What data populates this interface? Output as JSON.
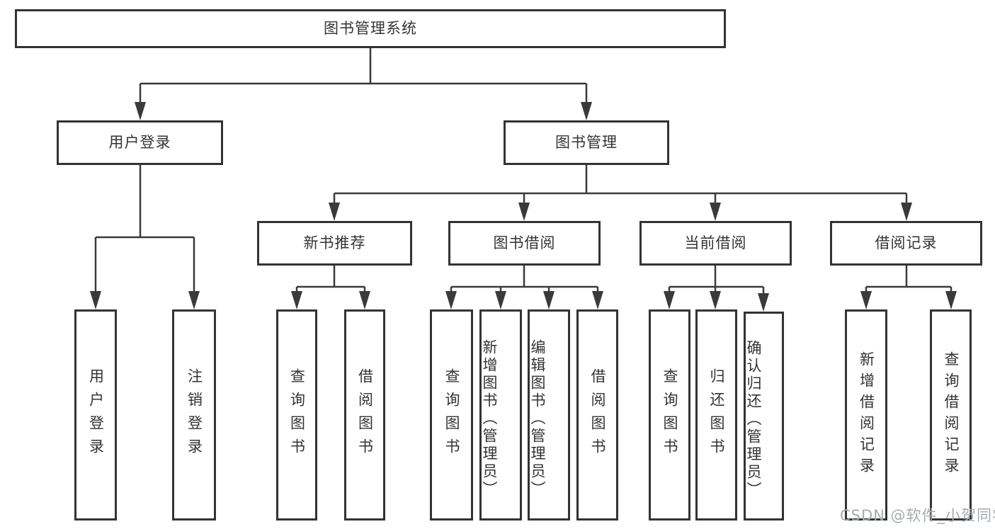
{
  "nodes": {
    "root": "图书管理系统",
    "l2": [
      {
        "label": "用户登录",
        "children": [
          "用户登录",
          "注销登录"
        ]
      },
      {
        "label": "图书管理"
      }
    ],
    "l3": [
      {
        "label": "新书推荐",
        "children": [
          "查询图书",
          "借阅图书"
        ]
      },
      {
        "label": "图书借阅",
        "children": [
          "查询图书",
          "新增图书（管理员）",
          "编辑图书（管理员）",
          "借阅图书"
        ]
      },
      {
        "label": "当前借阅",
        "children": [
          "查询图书",
          "归还图书",
          "确认归还（管理员）"
        ]
      },
      {
        "label": "借阅记录",
        "children": [
          "新增借阅记录",
          "查询借阅记录"
        ]
      }
    ]
  },
  "watermark": "CSDN @软件_小贺同学",
  "colors": {
    "line": "#3a3a3a",
    "border": "#333333",
    "text": "#333333",
    "background": "#ffffff",
    "watermark_color": "#a6abb1"
  }
}
